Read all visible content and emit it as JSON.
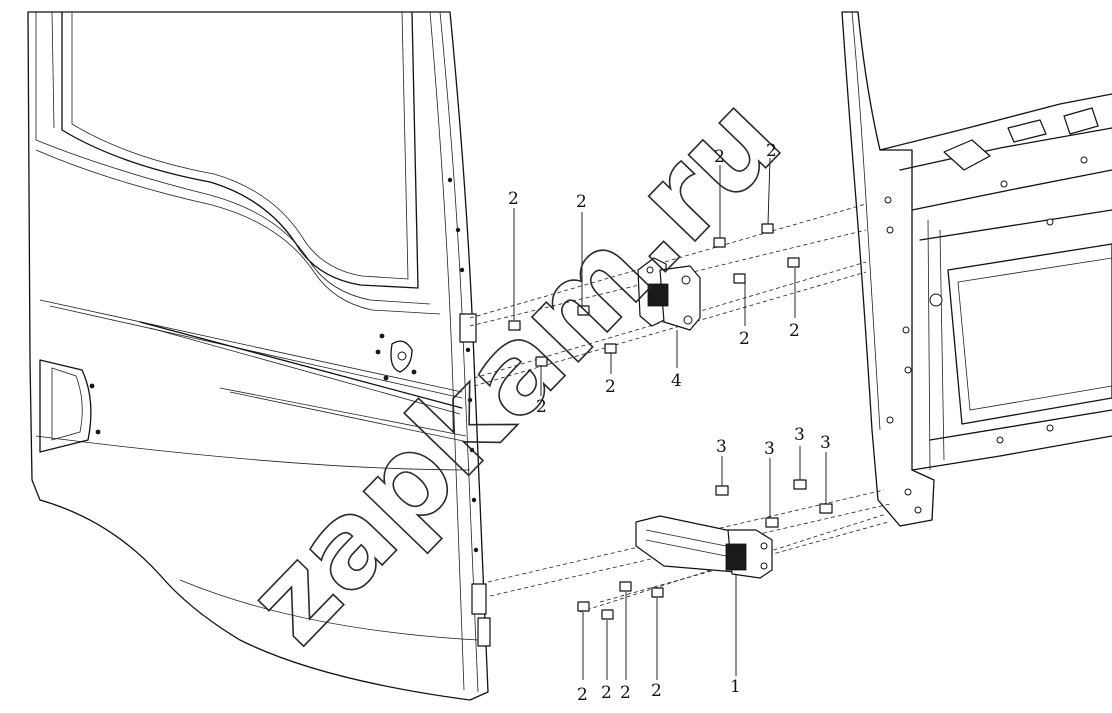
{
  "diagram": {
    "watermark": "zapkam.ru",
    "callouts": [
      {
        "id": "c1",
        "label": "2"
      },
      {
        "id": "c2",
        "label": "2"
      },
      {
        "id": "c3",
        "label": "2"
      },
      {
        "id": "c4",
        "label": "2"
      },
      {
        "id": "c5",
        "label": "2"
      },
      {
        "id": "c6",
        "label": "2"
      },
      {
        "id": "c7",
        "label": "2"
      },
      {
        "id": "c8",
        "label": "2"
      },
      {
        "id": "c9",
        "label": "4"
      },
      {
        "id": "c10",
        "label": "3"
      },
      {
        "id": "c11",
        "label": "3"
      },
      {
        "id": "c12",
        "label": "3"
      },
      {
        "id": "c13",
        "label": "3"
      },
      {
        "id": "c14",
        "label": "2"
      },
      {
        "id": "c15",
        "label": "2"
      },
      {
        "id": "c16",
        "label": "2"
      },
      {
        "id": "c17",
        "label": "2"
      },
      {
        "id": "c18",
        "label": "1"
      }
    ]
  }
}
